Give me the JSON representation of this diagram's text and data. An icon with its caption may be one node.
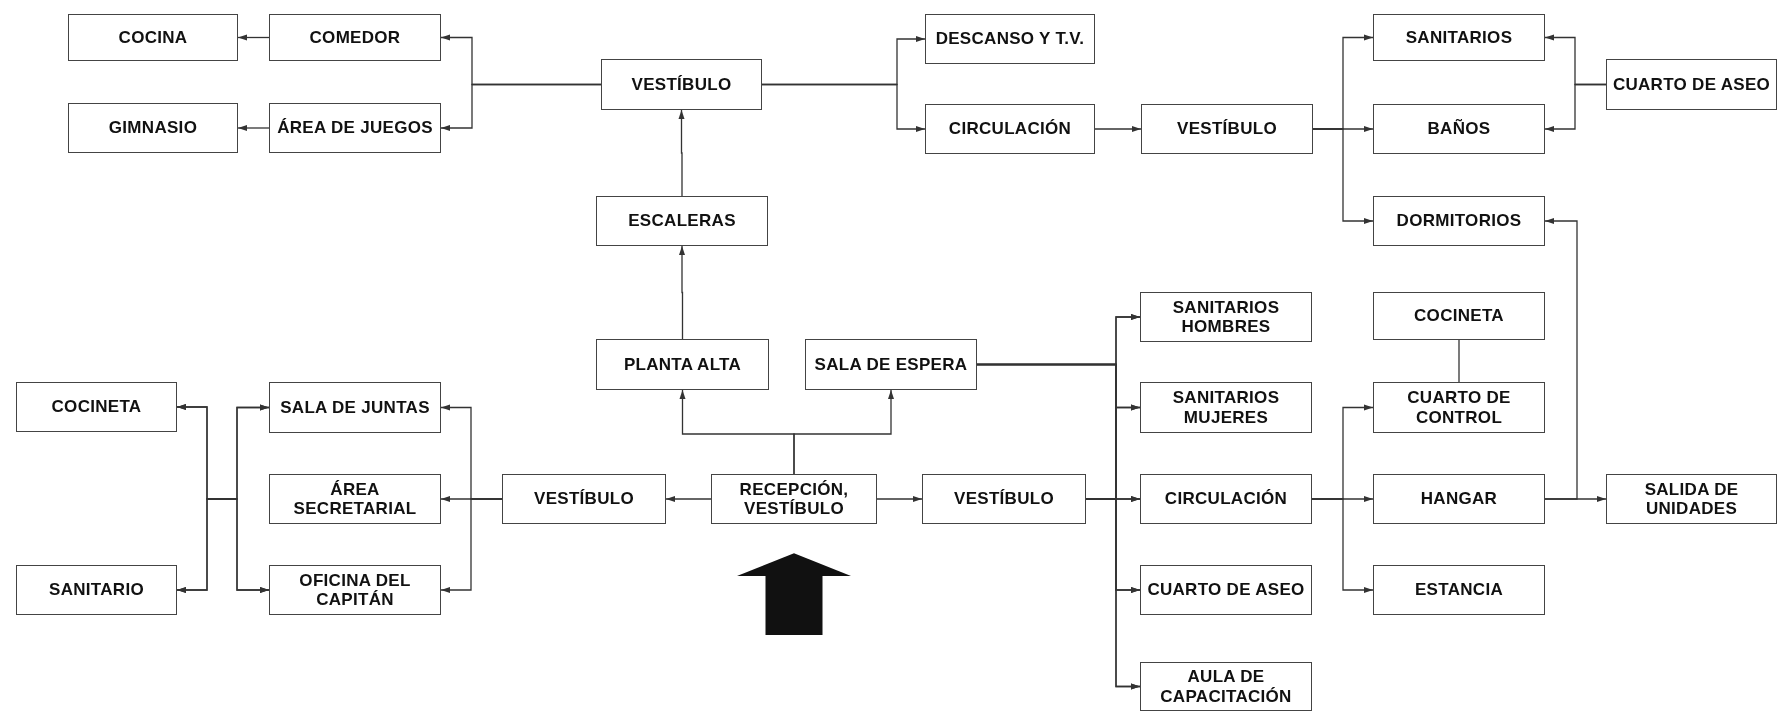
{
  "diagram": {
    "nodes": [
      {
        "text": [
          "COCINA"
        ]
      },
      {
        "text": [
          "COMEDOR"
        ]
      },
      {
        "text": [
          "GIMNASIO"
        ]
      },
      {
        "text": [
          "ÁREA DE JUEGOS"
        ]
      },
      {
        "text": [
          "VESTÍBULO"
        ]
      },
      {
        "text": [
          "DESCANSO Y T.V."
        ]
      },
      {
        "text": [
          "CIRCULACIÓN"
        ]
      },
      {
        "text": [
          "VESTÍBULO"
        ]
      },
      {
        "text": [
          "SANITARIOS"
        ]
      },
      {
        "text": [
          "BAÑOS"
        ]
      },
      {
        "text": [
          "CUARTO DE ASEO"
        ]
      },
      {
        "text": [
          "DORMITORIOS"
        ]
      },
      {
        "text": [
          "ESCALERAS"
        ]
      },
      {
        "text": [
          "PLANTA ALTA"
        ]
      },
      {
        "text": [
          "SALA DE ESPERA"
        ]
      },
      {
        "text": [
          "COCINETA"
        ]
      },
      {
        "text": [
          "SALA DE JUNTAS"
        ]
      },
      {
        "text": [
          "ÁREA SECRETARIAL"
        ]
      },
      {
        "text": [
          "SANITARIO"
        ]
      },
      {
        "text": [
          "OFICINA DEL CAPITÁN"
        ]
      },
      {
        "text": [
          "VESTÍBULO"
        ]
      },
      {
        "text": [
          "RECEPCIÓN, VESTÍBULO"
        ]
      },
      {
        "text": [
          "VESTÍBULO"
        ]
      },
      {
        "text": [
          "SANITARIOS HOMBRES"
        ]
      },
      {
        "text": [
          "SANITARIOS MUJERES"
        ]
      },
      {
        "text": [
          "CIRCULACIÓN"
        ]
      },
      {
        "text": [
          "CUARTO DE ASEO"
        ]
      },
      {
        "text": [
          "AULA DE CAPACITACIÓN"
        ]
      },
      {
        "text": [
          "COCINETA"
        ]
      },
      {
        "text": [
          "CUARTO DE CONTROL"
        ]
      },
      {
        "text": [
          "HANGAR"
        ]
      },
      {
        "text": [
          "ESTANCIA"
        ]
      },
      {
        "text": [
          "SALIDA DE UNIDADES"
        ]
      }
    ],
    "edges": [
      {
        "from": 1,
        "to": 0,
        "arrow": "to"
      },
      {
        "from": 3,
        "to": 2,
        "arrow": "to"
      },
      {
        "from": 4,
        "to": 1,
        "arrow": "to"
      },
      {
        "from": 4,
        "to": 3,
        "arrow": "to"
      },
      {
        "from": 4,
        "to": 5,
        "arrow": "to"
      },
      {
        "from": 4,
        "to": 6,
        "arrow": "to"
      },
      {
        "from": 6,
        "to": 7,
        "arrow": "to"
      },
      {
        "from": 7,
        "to": 8,
        "arrow": "to"
      },
      {
        "from": 7,
        "to": 9,
        "arrow": "to"
      },
      {
        "from": 7,
        "to": 11,
        "arrow": "to"
      },
      {
        "from": 10,
        "to": 8,
        "arrow": "to"
      },
      {
        "from": 10,
        "to": 9,
        "arrow": "to"
      },
      {
        "from": 12,
        "to": 4,
        "arrow": "to"
      },
      {
        "from": 13,
        "to": 12,
        "arrow": "to"
      },
      {
        "from": 21,
        "to": 13,
        "arrow": "to"
      },
      {
        "from": 21,
        "to": 14,
        "arrow": "to"
      },
      {
        "from": 21,
        "to": 20,
        "arrow": "to"
      },
      {
        "from": 21,
        "to": 22,
        "arrow": "to"
      },
      {
        "from": 20,
        "to": 16,
        "arrow": "to"
      },
      {
        "from": 20,
        "to": 17,
        "arrow": "to"
      },
      {
        "from": 20,
        "to": 19,
        "arrow": "to"
      },
      {
        "from": 15,
        "to": 16,
        "arrow": "both"
      },
      {
        "from": 15,
        "to": 19,
        "arrow": "both"
      },
      {
        "from": 18,
        "to": 16,
        "arrow": "both"
      },
      {
        "from": 18,
        "to": 19,
        "arrow": "both"
      },
      {
        "from": 22,
        "to": 23,
        "arrow": "to"
      },
      {
        "from": 22,
        "to": 24,
        "arrow": "to"
      },
      {
        "from": 22,
        "to": 25,
        "arrow": "to"
      },
      {
        "from": 22,
        "to": 26,
        "arrow": "to"
      },
      {
        "from": 22,
        "to": 27,
        "arrow": "to"
      },
      {
        "from": 14,
        "to": 23,
        "arrow": "to"
      },
      {
        "from": 14,
        "to": 24,
        "arrow": "to"
      },
      {
        "from": 14,
        "to": 25,
        "arrow": "to"
      },
      {
        "from": 14,
        "to": 26,
        "arrow": "to"
      },
      {
        "from": 14,
        "to": 27,
        "arrow": "to"
      },
      {
        "from": 25,
        "to": 29,
        "arrow": "to"
      },
      {
        "from": 25,
        "to": 30,
        "arrow": "to"
      },
      {
        "from": 25,
        "to": 31,
        "arrow": "to"
      },
      {
        "from": 29,
        "to": 28,
        "arrow": "none"
      },
      {
        "from": 30,
        "to": 32,
        "arrow": "to"
      },
      {
        "from": 30,
        "to": 11,
        "arrow": "to"
      },
      {
        "from": null,
        "to": 21,
        "arrow": "to",
        "style": "thick"
      }
    ]
  }
}
